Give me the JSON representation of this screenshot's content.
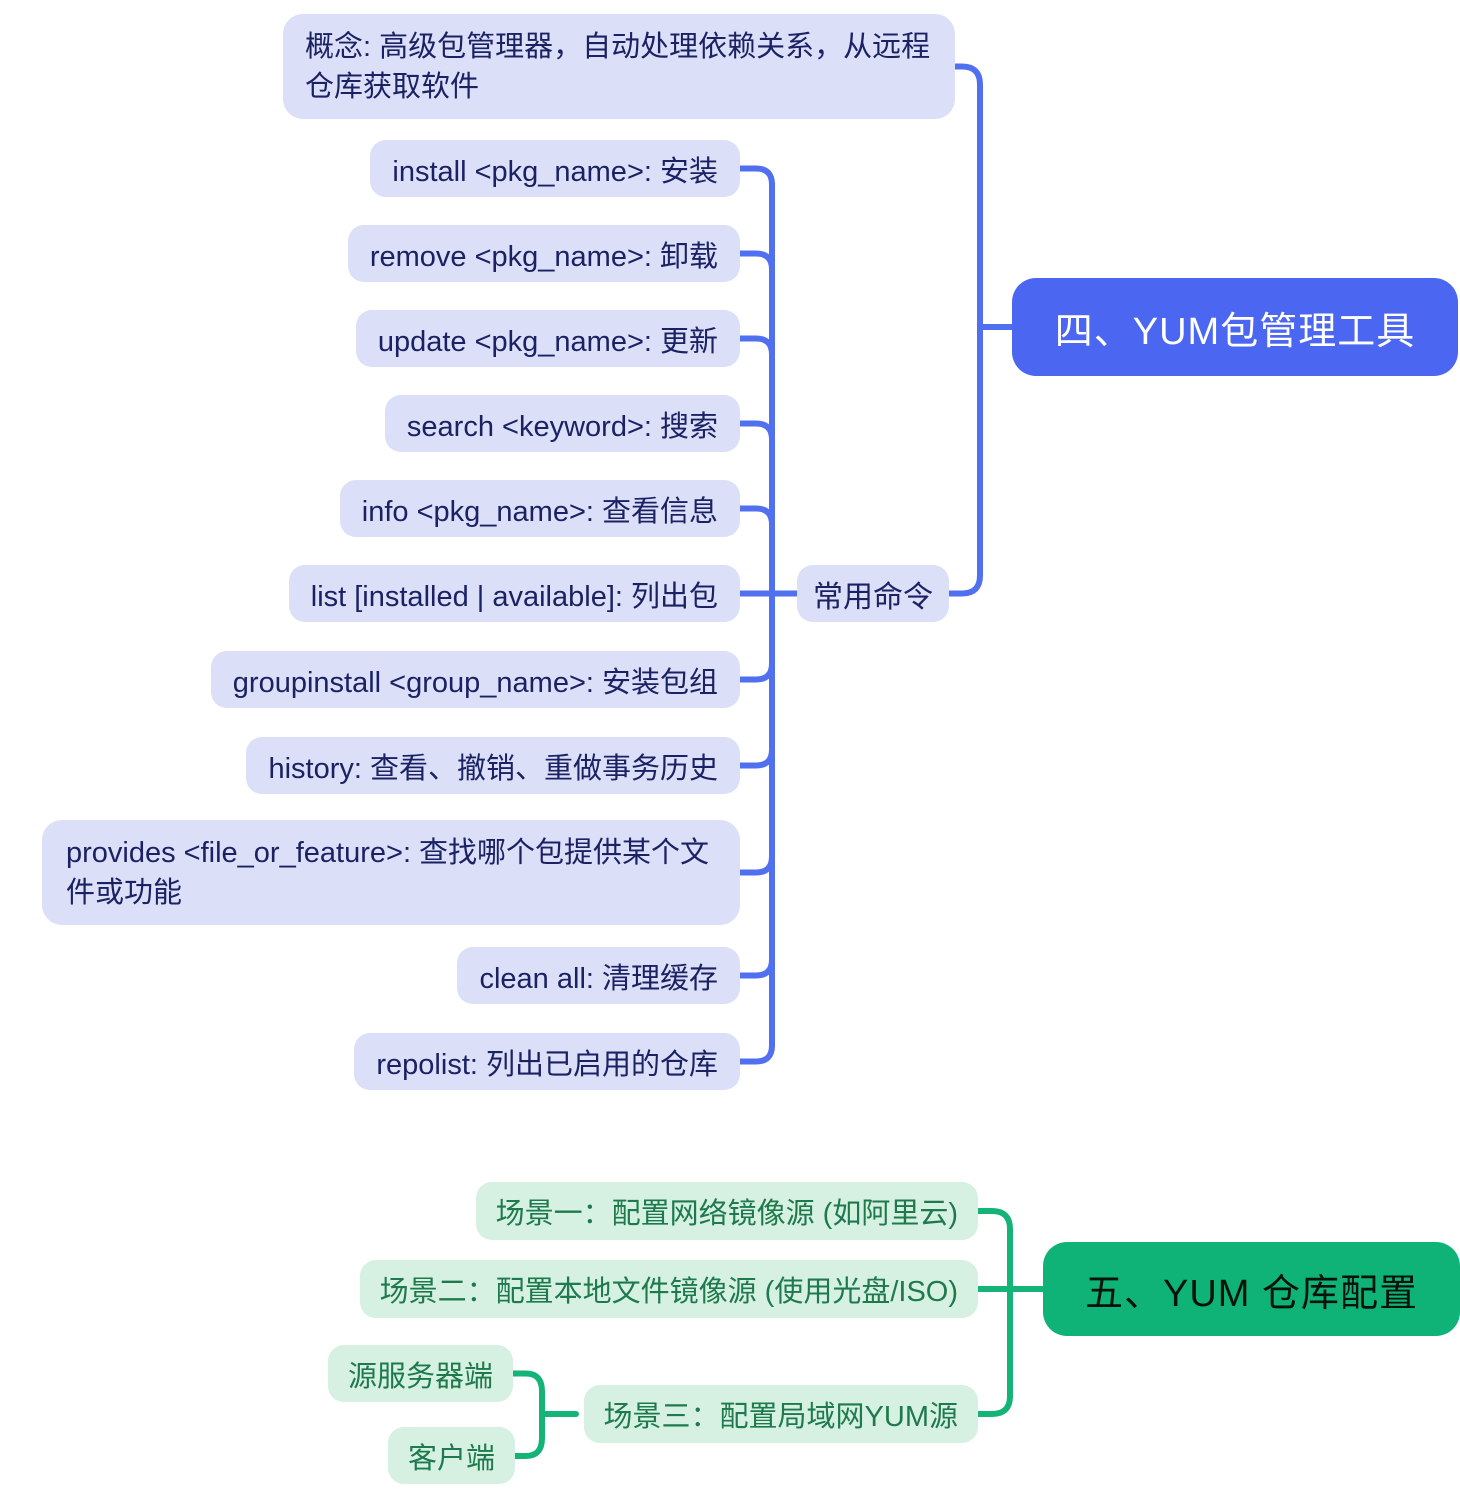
{
  "colors": {
    "blue-node": "#4b67f2",
    "blue-link": "#5070ef",
    "lavender-fill": "#dbdff8",
    "navy-text": "#1b2264",
    "green-node": "#10b377",
    "green-link": "#14b377",
    "mint-fill": "#d6f0e2",
    "green-text": "#1e7a4d",
    "green-root-text": "#06130c",
    "background": "#ffffff"
  },
  "yum_tool": {
    "title": "四、YUM包管理工具",
    "concept": "概念: 高级包管理器，自动处理依赖关系，从远程仓库获取软件",
    "commands_label": "常用命令",
    "commands": [
      "install <pkg_name>: 安装",
      "remove <pkg_name>: 卸载",
      "update <pkg_name>: 更新",
      "search <keyword>: 搜索",
      "info <pkg_name>: 查看信息",
      "list [installed | available]: 列出包",
      "groupinstall <group_name>: 安装包组",
      "history: 查看、撤销、重做事务历史",
      "provides <file_or_feature>: 查找哪个包提供某个文件或功能",
      "clean all: 清理缓存",
      "repolist: 列出已启用的仓库"
    ]
  },
  "yum_repo": {
    "title": "五、YUM 仓库配置",
    "scenarios": [
      "场景一：配置网络镜像源 (如阿里云)",
      "场景二：配置本地文件镜像源 (使用光盘/ISO)",
      "场景三：配置局域网YUM源"
    ],
    "scenario3_children": [
      "源服务器端",
      "客户端"
    ]
  }
}
